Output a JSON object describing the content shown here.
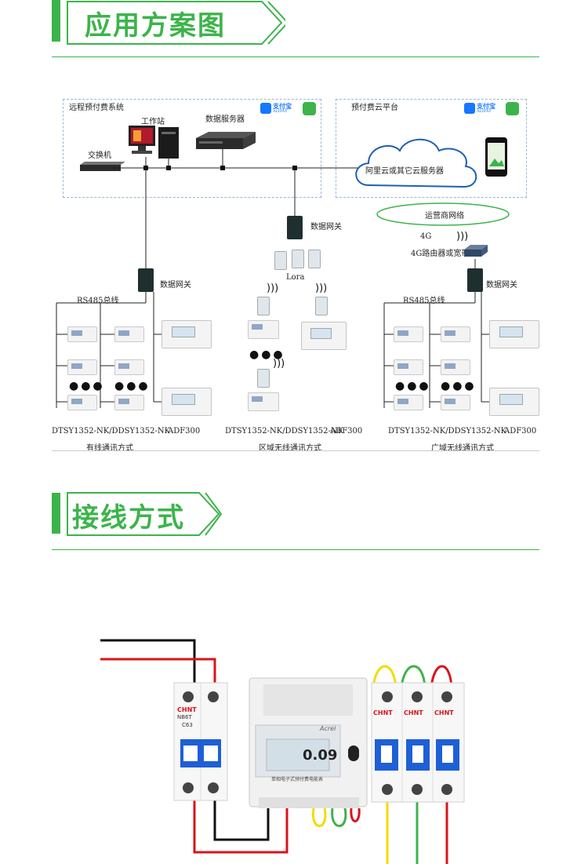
{
  "sections": [
    {
      "title": "应用方案图"
    },
    {
      "title": "接线方式"
    }
  ],
  "diagram": {
    "left_box_title": "远程预付费系统",
    "right_box_title": "预付费云平台",
    "alipay_label": "支付宝",
    "alipay_sub": "ALIPAY",
    "workstation": "工作站",
    "data_server": "数据服务器",
    "switch": "交换机",
    "cloud": "阿里云或其它云服务器",
    "carrier": "运营商网络",
    "g4": "4G",
    "router": "4G路由器或宽带",
    "gateway": "数据网关",
    "lora": "Lora",
    "rs485": "RS485总线",
    "col1_label": "DTSY1352-NK/DDSY1352-NK",
    "adf": "ADF300",
    "col2_label": "DTSY1352-NK/DDSY1352-NK",
    "col3_label": "DTSY1352-NK/DDSY1352-NK",
    "caption1": "有线通讯方式",
    "caption2": "区域无线通讯方式",
    "caption3": "广域无线通讯方式",
    "dots": "●●●"
  },
  "wiring": {
    "breaker_brand": "CHNT",
    "breaker_model": "NB6T",
    "breaker_rating": "C63",
    "meter_brand": "Acrel",
    "meter_reading": "0.09",
    "meter_name": "单相电子式预付费电能表",
    "colors": {
      "black": "#111111",
      "red": "#d8141a",
      "yellow": "#f2dc00",
      "green": "#3cb44b",
      "blue": "#1e5fd6"
    }
  }
}
